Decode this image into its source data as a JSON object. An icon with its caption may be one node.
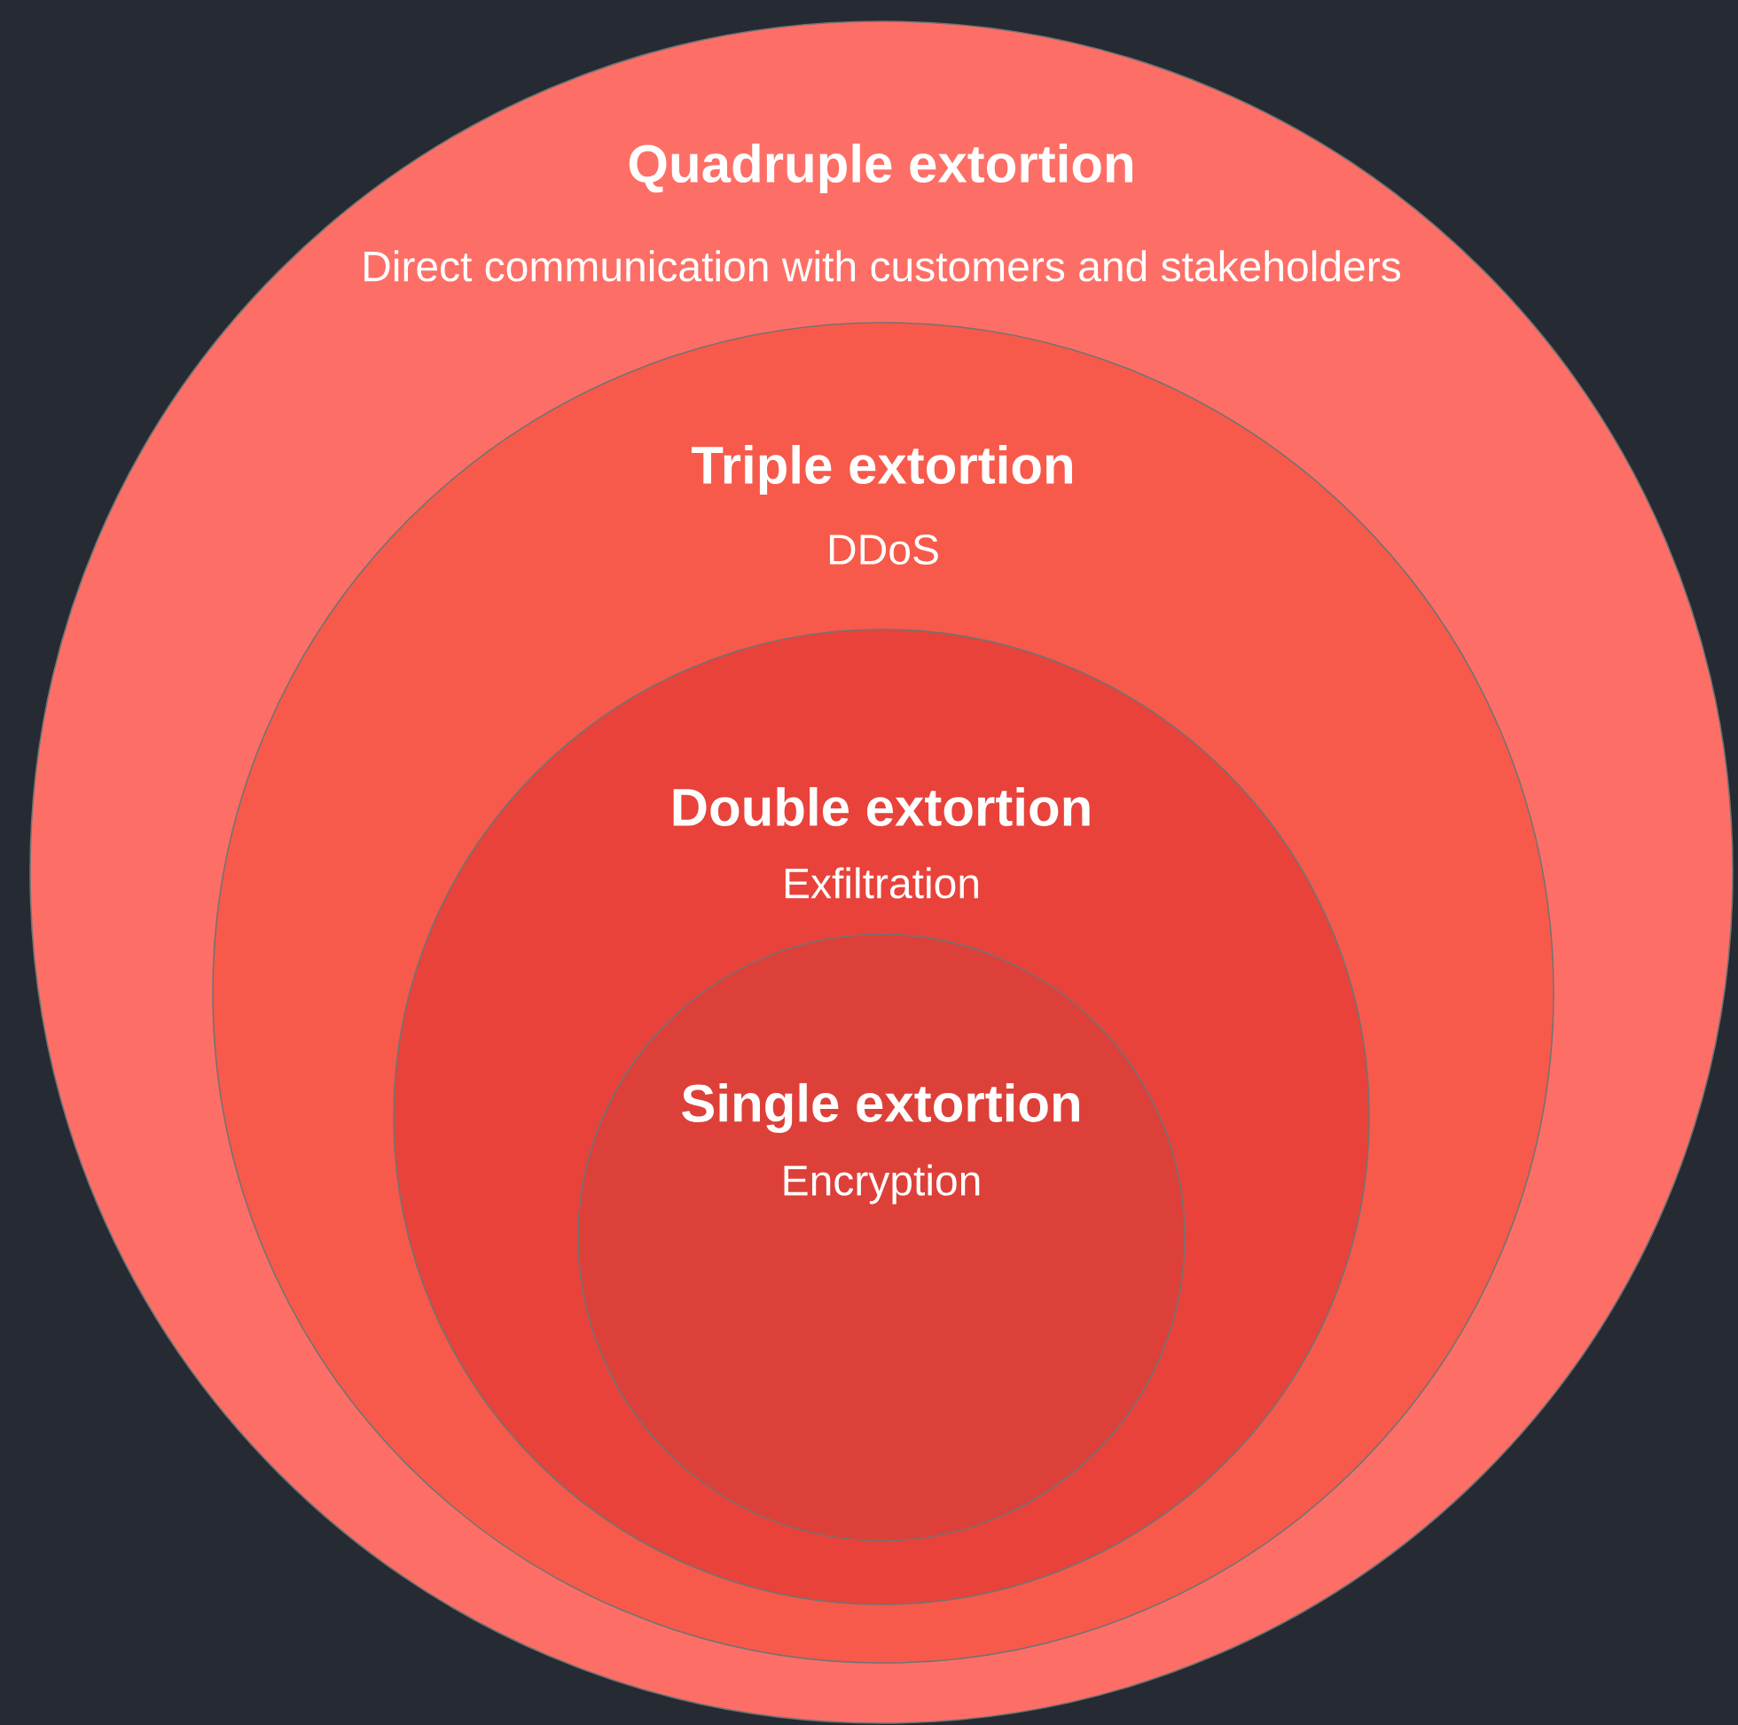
{
  "diagram": {
    "nodes": [
      {
        "text": [
          "Quadruple extortion",
          "Direct communication with customers and stakeholders"
        ]
      },
      {
        "text": [
          "Triple extortion",
          "DDoS"
        ],
        "in": 0
      },
      {
        "text": [
          "Double extortion",
          "Exfiltration"
        ],
        "in": 1
      },
      {
        "text": [
          "Single extortion",
          "Encryption"
        ],
        "in": 2
      }
    ]
  }
}
